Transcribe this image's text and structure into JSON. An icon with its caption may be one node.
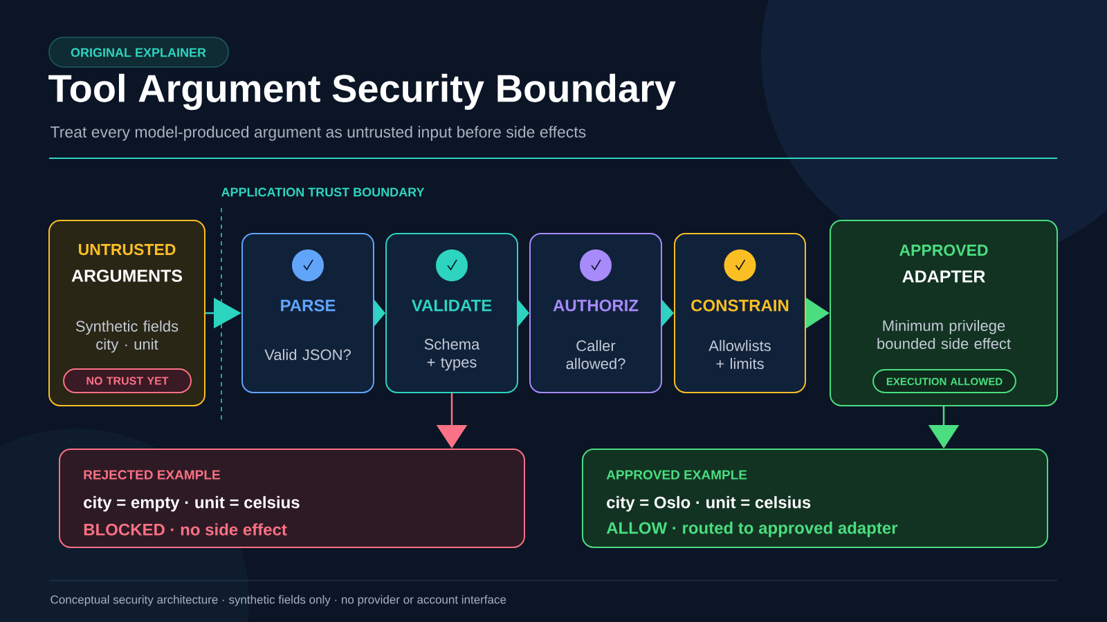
{
  "diagram": {
    "title": "Tool Argument Security Boundary",
    "nodes": [
      {
        "text": [
          "UNTRUSTED",
          "ARGUMENTS",
          "Synthetic fields city · unit"
        ]
      },
      {
        "text": [
          "NO TRUST YET"
        ],
        "in": 0
      },
      {
        "text": [
          "PARSE",
          "Valid JSON?"
        ]
      },
      {
        "text": [
          "VALIDATE",
          "Schema + types"
        ]
      },
      {
        "text": [
          "AUTHORIZ",
          "Caller allowed?"
        ]
      },
      {
        "text": [
          "CONSTRAIN",
          "Allowlists + limits"
        ]
      },
      {
        "text": [
          "APPROVED",
          "ADAPTER",
          "Minimum privilege bounded side effect"
        ]
      },
      {
        "text": [
          "EXECUTION ALLOWED"
        ],
        "in": 6
      },
      {
        "text": [
          "REJECTED EXAMPLE",
          "city = empty · unit = celsius",
          "BLOCKED · no side effect"
        ]
      },
      {
        "text": [
          "APPROVED EXAMPLE",
          "city = Oslo · unit = celsius",
          "ALLOW · routed to approved adapter"
        ]
      }
    ],
    "edges": [
      {
        "from": 0,
        "to": 2,
        "arrow": "to"
      },
      {
        "from": 2,
        "to": 3,
        "arrow": "to"
      },
      {
        "from": 3,
        "to": 4,
        "arrow": "to"
      },
      {
        "from": 4,
        "to": 5,
        "arrow": "to"
      },
      {
        "from": 5,
        "to": 6,
        "arrow": "to",
        "color": "#4ade80"
      },
      {
        "from": 3,
        "to": 8,
        "arrow": "to",
        "color": "#fb7185"
      },
      {
        "from": 6,
        "to": 9,
        "arrow": "to",
        "color": "#4ade80"
      }
    ],
    "labels": [
      "ORIGINAL EXPLAINER",
      "Treat every model-produced argument as untrusted input before side effects",
      "APPLICATION TRUST BOUNDARY",
      "Conceptual security architecture · synthetic fields only · no provider or account interface"
    ]
  }
}
